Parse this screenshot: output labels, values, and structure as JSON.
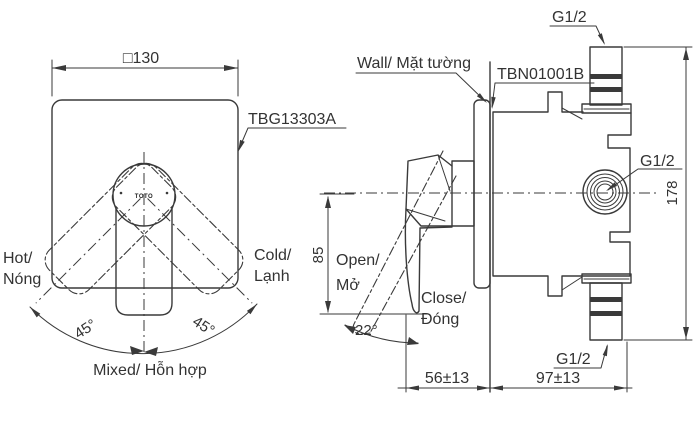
{
  "front": {
    "dim_width": "□130",
    "part_code": "TBG13303A",
    "logo": "TOTO",
    "hot_line1": "Hot/",
    "hot_line2": "Nóng",
    "cold_line1": "Cold/",
    "cold_line2": "Lạnh",
    "angle_left": "45°",
    "angle_right": "45°",
    "mixed": "Mixed/ Hỗn hợp"
  },
  "side": {
    "wall": "Wall/ Mặt tường",
    "part_code": "TBN01001B",
    "thread_top": "G1/2",
    "thread_mid": "G1/2",
    "thread_bottom": "G1/2",
    "dim_total_height": "178",
    "dim_lever_height": "85",
    "open_line1": "Open/",
    "open_line2": "Mở",
    "close_line1": "Close/",
    "close_line2": "Đóng",
    "open_angle": "22°",
    "dim_front_depth": "56±13",
    "dim_back_depth": "97±13"
  },
  "colors": {
    "line": "#3a3a3a",
    "text": "#333333",
    "background": "#ffffff"
  }
}
